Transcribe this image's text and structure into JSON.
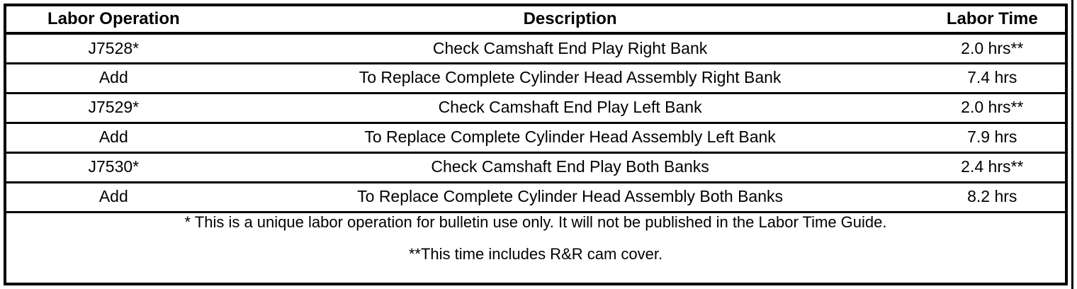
{
  "table": {
    "columns": [
      {
        "key": "labor_operation",
        "label": "Labor Operation"
      },
      {
        "key": "description",
        "label": "Description"
      },
      {
        "key": "labor_time",
        "label": "Labor Time"
      }
    ],
    "rows": [
      {
        "labor_operation": "J7528*",
        "description": "Check Camshaft End Play Right Bank",
        "labor_time": "2.0 hrs**"
      },
      {
        "labor_operation": "Add",
        "description": "To Replace Complete Cylinder Head Assembly Right Bank",
        "labor_time": "7.4 hrs"
      },
      {
        "labor_operation": "J7529*",
        "description": "Check Camshaft End Play Left Bank",
        "labor_time": "2.0 hrs**"
      },
      {
        "labor_operation": "Add",
        "description": "To Replace Complete Cylinder Head Assembly Left Bank",
        "labor_time": "7.9 hrs"
      },
      {
        "labor_operation": "J7530*",
        "description": "Check Camshaft End Play Both Banks",
        "labor_time": "2.4 hrs**"
      },
      {
        "labor_operation": "Add",
        "description": "To Replace Complete Cylinder Head Assembly Both Banks",
        "labor_time": "8.2 hrs"
      }
    ],
    "footnotes": [
      "* This is a unique labor operation for bulletin use only. It will not be published in the Labor Time Guide.",
      "**This time includes R&R cam cover."
    ]
  },
  "colors": {
    "border": "#000000",
    "text": "#000000",
    "background": "#ffffff"
  }
}
